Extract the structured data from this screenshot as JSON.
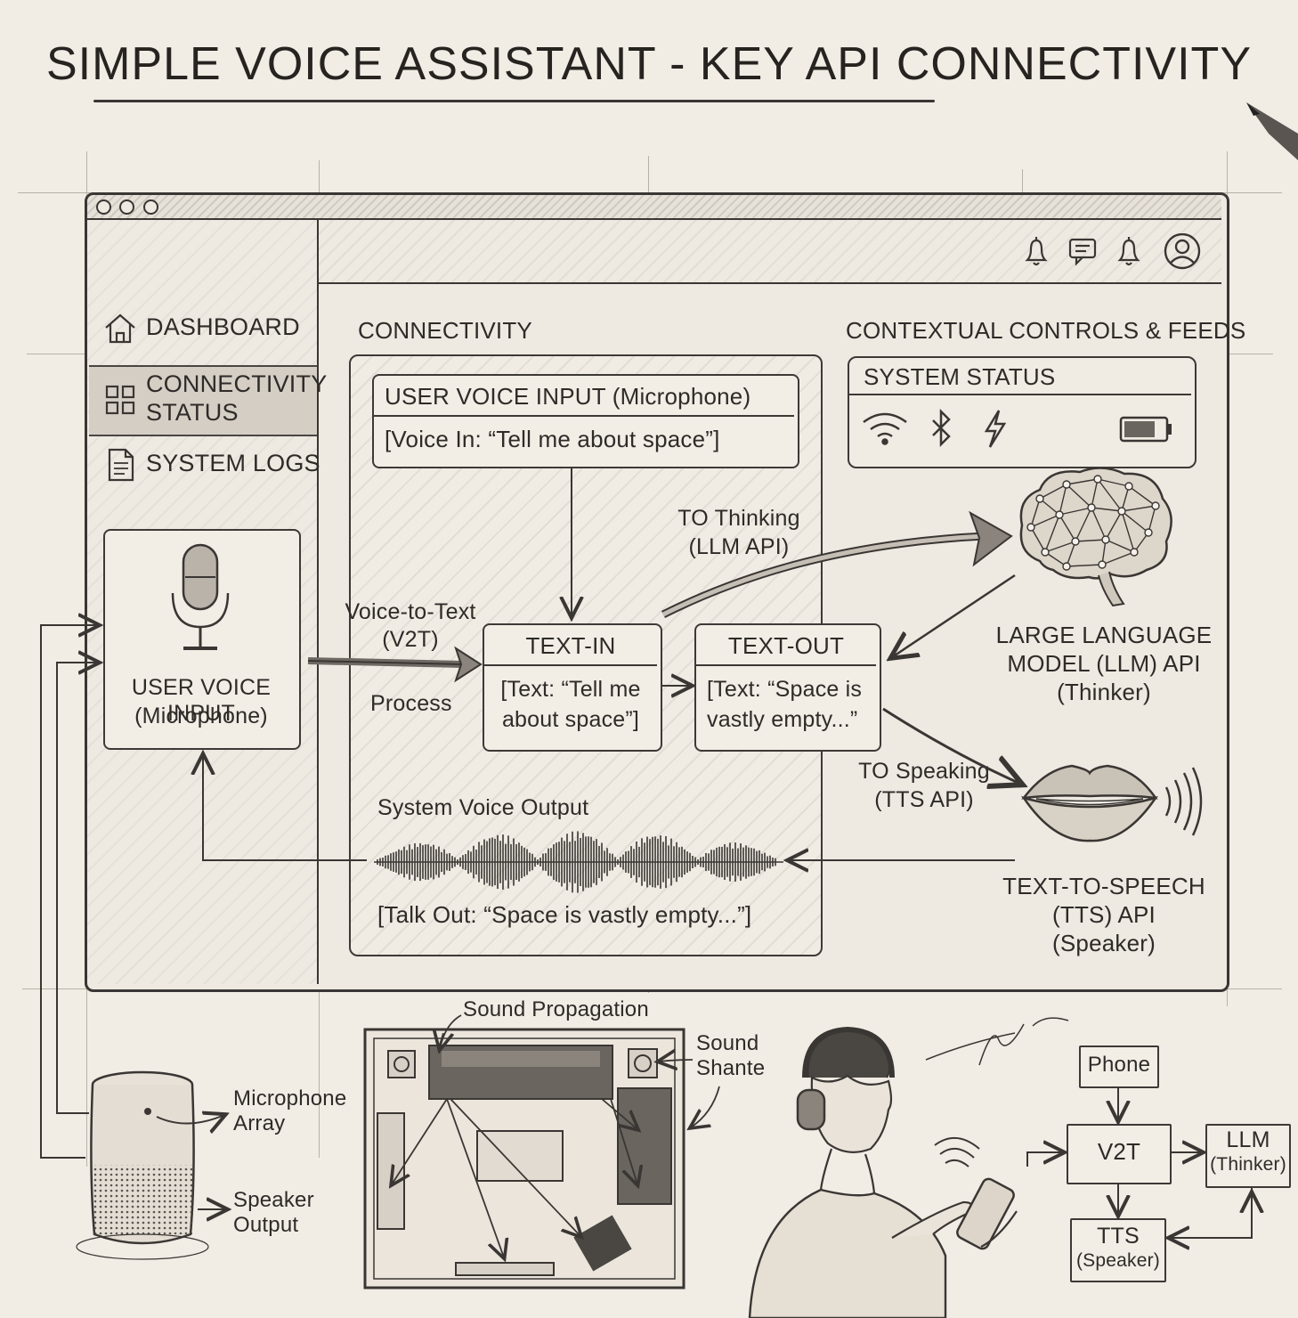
{
  "title": "SIMPLE VOICE ASSISTANT - KEY API CONNECTIVITY",
  "sidebar": {
    "items": [
      {
        "label": "DASHBOARD",
        "icon": "home-icon"
      },
      {
        "label": "CONNECTIVITY",
        "label2": "STATUS",
        "icon": "grid-icon",
        "active": true
      },
      {
        "label": "SYSTEM LOGS",
        "icon": "document-icon"
      }
    ],
    "mic_card": {
      "line1": "USER VOICE INPUT",
      "line2": "(Microphone)"
    }
  },
  "topbar": {
    "icons": [
      "bell-icon",
      "chat-icon",
      "bell-icon",
      "user-avatar-icon"
    ]
  },
  "connectivity": {
    "heading": "CONNECTIVITY",
    "input_box": {
      "title": "USER VOICE INPUT (Microphone)",
      "value": "[Voice In: “Tell me about space”]"
    },
    "v2t_label": {
      "line1": "Voice-to-Text",
      "line2": "(V2T)"
    },
    "process_label": "Process",
    "text_in": {
      "title": "TEXT-IN",
      "line1": "[Text: “Tell me",
      "line2": "about space”]"
    },
    "text_out": {
      "title": "TEXT-OUT",
      "line1": "[Text: “Space is",
      "line2": "vastly empty...”"
    },
    "output_label": "System Voice Output",
    "talk_out": "[Talk Out: “Space is vastly empty...”]"
  },
  "contextual": {
    "heading": "CONTEXTUAL CONTROLS & FEEDS",
    "system_status": {
      "title": "SYSTEM STATUS",
      "icons": [
        "wifi-icon",
        "bluetooth-icon",
        "bolt-icon",
        "battery-icon"
      ]
    },
    "to_thinking": {
      "line1": "TO Thinking",
      "line2": "(LLM API)"
    },
    "llm": {
      "line1": "LARGE LANGUAGE",
      "line2": "MODEL (LLM) API",
      "line3": "(Thinker)"
    },
    "to_speaking": {
      "line1": "TO Speaking",
      "line2": "(TTS API)"
    },
    "tts": {
      "line1": "TEXT-TO-SPEECH",
      "line2": "(TTS) API",
      "line3": "(Speaker)"
    }
  },
  "bottom": {
    "speaker": {
      "mic_label1": "Microphone",
      "mic_label2": "Array",
      "out_label1": "Speaker",
      "out_label2": "Output"
    },
    "room": {
      "label": "Sound Propagation",
      "side1": "Sound",
      "side2": "Shante"
    },
    "flow": {
      "phone": "Phone",
      "v2t": "V2T",
      "llm1": "LLM",
      "llm2": "(Thinker)",
      "tts1": "TTS",
      "tts2": "(Speaker)"
    }
  }
}
